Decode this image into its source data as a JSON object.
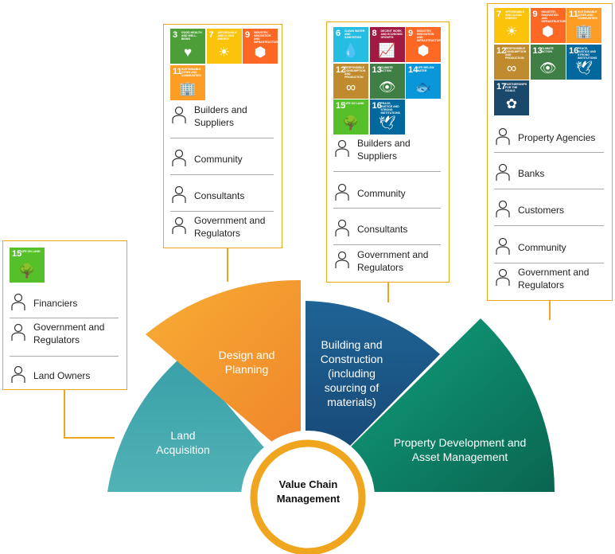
{
  "sdgs": {
    "3": {
      "n": "3",
      "t": "Good Health and Well-Being",
      "color": "#4c9f38",
      "icon": "heartbeat-icon",
      "g": "♥"
    },
    "6": {
      "n": "6",
      "t": "Clean Water and Sanitation",
      "color": "#26bde2",
      "icon": "water-icon",
      "g": "💧"
    },
    "7": {
      "n": "7",
      "t": "Affordable and Clean Energy",
      "color": "#fcc30b",
      "icon": "sun-icon",
      "g": "☀"
    },
    "8": {
      "n": "8",
      "t": "Decent Work and Economic Growth",
      "color": "#a21942",
      "icon": "growth-chart-icon",
      "g": "📈"
    },
    "9": {
      "n": "9",
      "t": "Industry, Innovation and Infrastructure",
      "color": "#fd6925",
      "icon": "cubes-icon",
      "g": "⬢"
    },
    "11": {
      "n": "11",
      "t": "Sustainable Cities and Communities",
      "color": "#fd9d24",
      "icon": "buildings-icon",
      "g": "🏢"
    },
    "12": {
      "n": "12",
      "t": "Responsible Consumption and Production",
      "color": "#bf8b2e",
      "icon": "infinity-icon",
      "g": "∞"
    },
    "13": {
      "n": "13",
      "t": "Climate Action",
      "color": "#3f7e44",
      "icon": "eye-globe-icon",
      "g": "👁"
    },
    "14": {
      "n": "14",
      "t": "Life Below Water",
      "color": "#0a97d9",
      "icon": "fish-icon",
      "g": "🐟"
    },
    "15": {
      "n": "15",
      "t": "Life on Land",
      "color": "#56c02b",
      "icon": "tree-icon",
      "g": "🌳"
    },
    "16": {
      "n": "16",
      "t": "Peace, Justice and Strong Institutions",
      "color": "#00689d",
      "icon": "dove-icon",
      "g": "🕊"
    },
    "17": {
      "n": "17",
      "t": "Partnerships for the Goals",
      "color": "#19486a",
      "icon": "rings-icon",
      "g": "✿"
    }
  },
  "land": {
    "sdgs": [
      "15"
    ],
    "stakeholders": [
      "Financiers",
      "Government and Regulators",
      "Land Owners"
    ]
  },
  "design": {
    "sdgs": [
      "3",
      "7",
      "9",
      "11"
    ],
    "stakeholders": [
      "Builders and Suppliers",
      "Community",
      "Consultants",
      "Government and Regulators"
    ]
  },
  "building": {
    "sdgs": [
      "6",
      "8",
      "9",
      "12",
      "13",
      "14",
      "15",
      "16"
    ],
    "stakeholders": [
      "Builders and Suppliers",
      "Community",
      "Consultants",
      "Government and Regulators"
    ]
  },
  "property": {
    "sdgs": [
      "7",
      "9",
      "11",
      "12",
      "13",
      "16",
      "17"
    ],
    "stakeholders": [
      "Property Agencies",
      "Banks",
      "Customers",
      "Community",
      "Government and Regulators"
    ]
  },
  "stages": {
    "land": "Land Acquisition",
    "design": "Design and Planning",
    "building": "Building and Construction (including sourcing of materials)",
    "property": "Property Development and Asset Management"
  },
  "center": "Value Chain Management",
  "colors": {
    "border": "#f0a51e",
    "land": "#3fa6ad",
    "design": "#f4952b",
    "building": "#1c5886",
    "property": "#0b7d60"
  }
}
